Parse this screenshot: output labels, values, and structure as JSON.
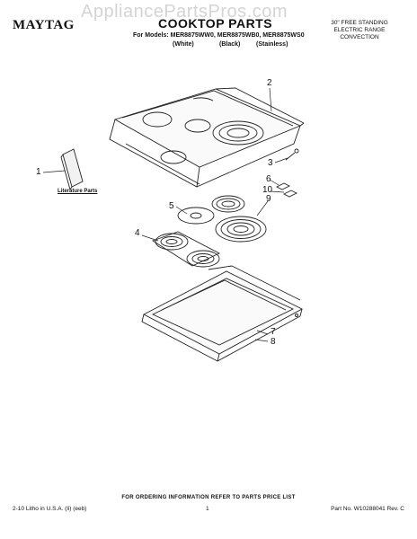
{
  "header": {
    "brand": "MAYTAG",
    "title": "COOKTOP PARTS",
    "models_line": "For Models: MER8875WW0, MER8875WB0, MER8875WS0",
    "variants": [
      "(White)",
      "(Black)",
      "(Stainless)"
    ],
    "product_type": [
      "30\" FREE STANDING",
      "ELECTRIC RANGE",
      "CONVECTION"
    ]
  },
  "watermark": "AppliancePartsPros.com",
  "diagram": {
    "literature_label": "Literature Parts",
    "callouts": [
      "1",
      "2",
      "3",
      "6",
      "10",
      "9",
      "5",
      "4",
      "7",
      "8"
    ]
  },
  "footer": {
    "order_note": "FOR ORDERING INFORMATION REFER TO PARTS PRICE LIST",
    "print_info": "2-10 Litho in U.S.A. (li) (eeb)",
    "page_number": "1",
    "part_number": "Part No. W10288041 Rev. C"
  }
}
